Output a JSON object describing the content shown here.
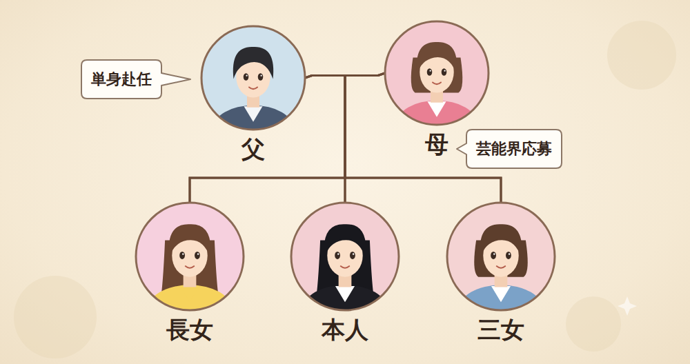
{
  "diagram": {
    "nodes": [
      {
        "text": [
          "単身赴任"
        ]
      },
      {
        "text": [
          "父"
        ]
      },
      {
        "text": [
          "母"
        ]
      },
      {
        "text": [
          "芸能界応募"
        ]
      },
      {
        "text": [
          "長女"
        ]
      },
      {
        "text": [
          "本人"
        ]
      },
      {
        "text": [
          "三女"
        ]
      }
    ],
    "edges": [
      {
        "from": 1,
        "to": 4,
        "arrow": "none"
      },
      {
        "from": 1,
        "to": 5,
        "arrow": "none"
      },
      {
        "from": 1,
        "to": 6,
        "arrow": "none"
      },
      {
        "from": 2,
        "to": 4,
        "arrow": "none"
      },
      {
        "from": 2,
        "to": 5,
        "arrow": "none"
      },
      {
        "from": 2,
        "to": 6,
        "arrow": "none"
      }
    ]
  }
}
